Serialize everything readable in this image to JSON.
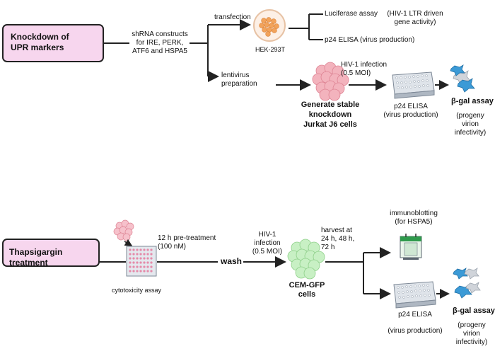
{
  "workflow1": {
    "title": "Knockdown of UPR markers",
    "constructs": [
      "shRNA constructs",
      "for IRE, PERK,",
      "ATF6 and HSPA5"
    ],
    "transfection": "transfection",
    "hek_label": "HEK-293T",
    "luciferase": "Luciferase assay",
    "ltr": [
      "(HIV-1 LTR driven",
      "gene activity)"
    ],
    "p24_top": "p24 ELISA  (virus production)",
    "lentivirus": [
      "lentivirus",
      "preparation"
    ],
    "stable": [
      "Generate stable",
      "knockdown",
      "Jurkat J6 cells"
    ],
    "infection": [
      "HIV-1 infection",
      "(0.5 MOI)"
    ],
    "p24": [
      "p24 ELISA",
      "(virus production)"
    ],
    "bgal": "β-gal assay",
    "progeny": [
      "(progeny",
      "virion",
      "infectivity)"
    ]
  },
  "workflow2": {
    "title": "Thapsigargin treatment",
    "pretreat": [
      "12 h pre-treatment",
      "(100 nM)"
    ],
    "cytotox": "cytotoxicity assay",
    "wash": "wash",
    "infection": [
      "HIV-1",
      "infection",
      "(0.5 MOI)"
    ],
    "cem": [
      "CEM-GFP",
      "cells"
    ],
    "harvest": [
      "harvest at",
      "24 h, 48 h,",
      "72 h"
    ],
    "immuno": [
      "immunoblotting",
      "(for HSPA5)"
    ],
    "p24": "p24 ELISA",
    "virus": "(virus production)",
    "bgal": "β-gal assay",
    "progeny": [
      "(progeny",
      "virion",
      "infectivity)"
    ]
  },
  "colors": {
    "box_fill": "#f7d6ee",
    "hek_cells": "#f2a35a",
    "jurkat_cells": "#ef9aa8",
    "cem_cells": "#b8ecb4",
    "plate": "#c7cfd8",
    "virion_blue": "#3b9ad6",
    "virion_gray": "#d0d4da"
  }
}
